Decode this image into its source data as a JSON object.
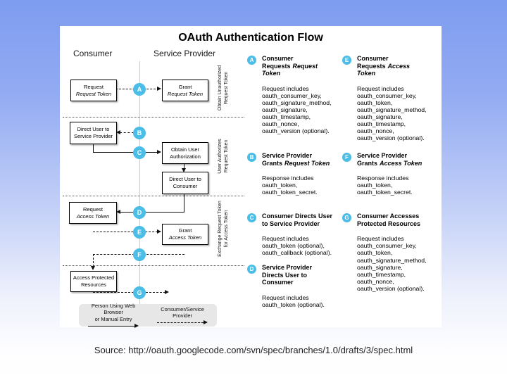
{
  "colors": {
    "accent_circle": "#4bbde6",
    "background_top": "#7e9cf0",
    "background_bottom": "#ffffff",
    "legend_bg": "#e7e7e7"
  },
  "diagram": {
    "title": "OAuth Authentication Flow",
    "lanes": {
      "consumer": "Consumer",
      "service_provider": "Service Provider"
    },
    "flow_boxes": [
      {
        "line1": "Request",
        "line2": "Request Token"
      },
      {
        "line1": "Grant",
        "line2": "Request Token"
      },
      {
        "line1": "Direct User to",
        "line2": "Service Provider"
      },
      {
        "line1": "Obtain User",
        "line2": "Authorization"
      },
      {
        "line1": "Direct User to",
        "line2": "Consumer"
      },
      {
        "line1": "Request",
        "line2": "Access Token"
      },
      {
        "line1": "Grant",
        "line2": "Access Token"
      },
      {
        "line1": "Access Protected",
        "line2": "Resources"
      }
    ],
    "phases": [
      "Obtain Unauthorized\nRequest Token",
      "User Authorizes\nRequest Token",
      "Exchange Request Token\nfor Access Token"
    ],
    "legend": {
      "solid_label": "Person Using Web Browser\nor Manual Entry",
      "dashed_label": "Consumer/Service Provider"
    },
    "steps": [
      {
        "id": "A",
        "title": "Consumer Requests",
        "title_em": "Request Token",
        "body": "Request includes\noauth_consumer_key,\noauth_signature_method,\noauth_signature,\noauth_timestamp,\noauth_nonce,\noauth_version (optional)."
      },
      {
        "id": "B",
        "title": "Service Provider Grants",
        "title_em": "Request Token",
        "body": "Response includes\noauth_token,\noauth_token_secret."
      },
      {
        "id": "C",
        "title": "Consumer Directs User to Service Provider",
        "title_em": "",
        "body": "Request includes\noauth_token (optional),\noauth_callback (optional)."
      },
      {
        "id": "D",
        "title": "Service Provider Directs User to Consumer",
        "title_em": "",
        "body": "Request includes\noauth_token (optional)."
      },
      {
        "id": "E",
        "title": "Consumer Requests",
        "title_em": "Access Token",
        "body": "Request includes\noauth_consumer_key,\noauth_token,\noauth_signature_method,\noauth_signature,\noauth_timestamp,\noauth_nonce,\noauth_version (optional)."
      },
      {
        "id": "F",
        "title": "Service Provider Grants",
        "title_em": "Access Token",
        "body": "Response includes\noauth_token,\noauth_token_secret."
      },
      {
        "id": "G",
        "title": "Consumer Accesses Protected Resources",
        "title_em": "",
        "body": "Request includes\noauth_consumer_key,\noauth_token,\noauth_signature_method,\noauth_signature,\noauth_timestamp,\noauth_nonce,\noauth_version (optional)."
      }
    ]
  },
  "page": {
    "source_caption": "Source: http://oauth.googlecode.com/svn/spec/branches/1.0/drafts/3/spec.html"
  }
}
